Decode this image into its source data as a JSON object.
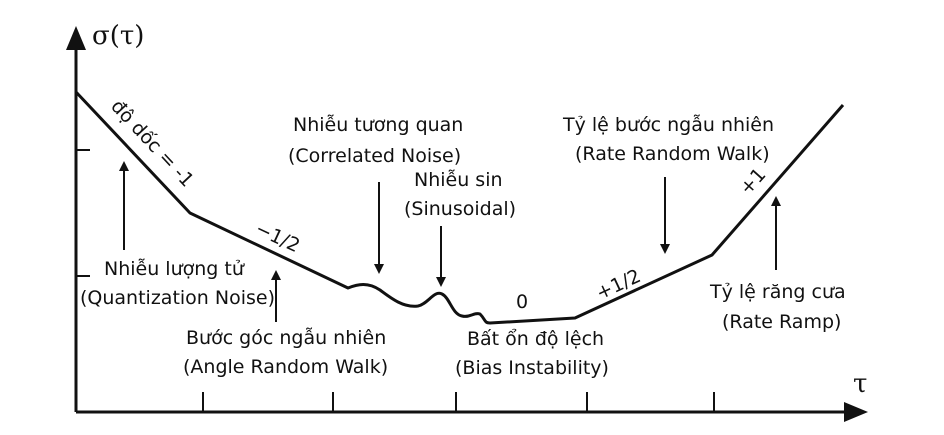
{
  "axes": {
    "y_label": "σ(τ)",
    "x_label": "τ"
  },
  "slopes": {
    "quantization": "độ dốc = -1",
    "angle_random_walk": "−1/2",
    "bias_instability": "0",
    "rate_random_walk": "+1/2",
    "rate_ramp": "+1"
  },
  "labels": {
    "quantization_vi": "Nhiễu lượng tử",
    "quantization_en": "(Quantization Noise)",
    "angle_random_walk_vi": "Bước góc ngẫu nhiên",
    "angle_random_walk_en": "(Angle Random Walk)",
    "correlated_vi": "Nhiễu tương quan",
    "correlated_en": "(Correlated Noise)",
    "sinusoidal_vi": "Nhiễu sin",
    "sinusoidal_en": "(Sinusoidal)",
    "bias_instability_vi": "Bất ổn độ lệch",
    "bias_instability_en": "(Bias Instability)",
    "rate_random_walk_vi": "Tỷ lệ bước ngẫu nhiên",
    "rate_random_walk_en": "(Rate Random Walk)",
    "rate_ramp_vi": "Tỷ lệ răng cưa",
    "rate_ramp_en": "(Rate Ramp)"
  },
  "colors": {
    "line": "#111111",
    "background": "#ffffff"
  }
}
